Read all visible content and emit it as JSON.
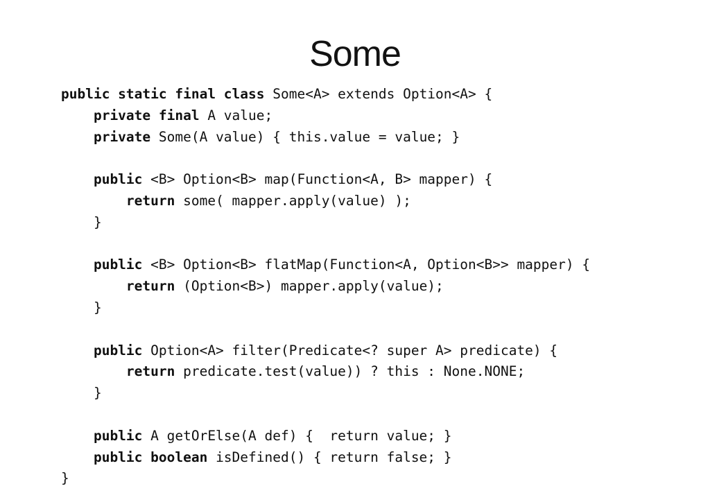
{
  "slide": {
    "title": "Some",
    "colors": {
      "background": "#ffffff",
      "text": "#101010"
    },
    "code": {
      "language": "java",
      "lines": [
        [
          {
            "text": "public static final class ",
            "bold": true
          },
          {
            "text": "Some<A> extends Option<A> {",
            "bold": false
          }
        ],
        [
          {
            "text": "    private final ",
            "bold": true
          },
          {
            "text": "A value;",
            "bold": false
          }
        ],
        [
          {
            "text": "    private ",
            "bold": true
          },
          {
            "text": "Some(A value) { this.value = value; }",
            "bold": false
          }
        ],
        [],
        [
          {
            "text": "    public ",
            "bold": true
          },
          {
            "text": "<B> Option<B> map(Function<A, B> mapper) {",
            "bold": false
          }
        ],
        [
          {
            "text": "        return ",
            "bold": true
          },
          {
            "text": "some( mapper.apply(value) );",
            "bold": false
          }
        ],
        [
          {
            "text": "    }",
            "bold": false
          }
        ],
        [],
        [
          {
            "text": "    public ",
            "bold": true
          },
          {
            "text": "<B> Option<B> flatMap(Function<A, Option<B>> mapper) {",
            "bold": false
          }
        ],
        [
          {
            "text": "        return ",
            "bold": true
          },
          {
            "text": "(Option<B>) mapper.apply(value);",
            "bold": false
          }
        ],
        [
          {
            "text": "    }",
            "bold": false
          }
        ],
        [],
        [
          {
            "text": "    public ",
            "bold": true
          },
          {
            "text": "Option<A> filter(Predicate<? super A> predicate) {",
            "bold": false
          }
        ],
        [
          {
            "text": "        return ",
            "bold": true
          },
          {
            "text": "predicate.test(value)) ? this : None.NONE;",
            "bold": false
          }
        ],
        [
          {
            "text": "    }",
            "bold": false
          }
        ],
        [],
        [
          {
            "text": "    public ",
            "bold": true
          },
          {
            "text": "A getOrElse(A def) {  return value; }",
            "bold": false
          }
        ],
        [
          {
            "text": "    public boolean ",
            "bold": true
          },
          {
            "text": "isDefined() { return false; }",
            "bold": false
          }
        ],
        [
          {
            "text": "}",
            "bold": false
          }
        ]
      ]
    }
  }
}
